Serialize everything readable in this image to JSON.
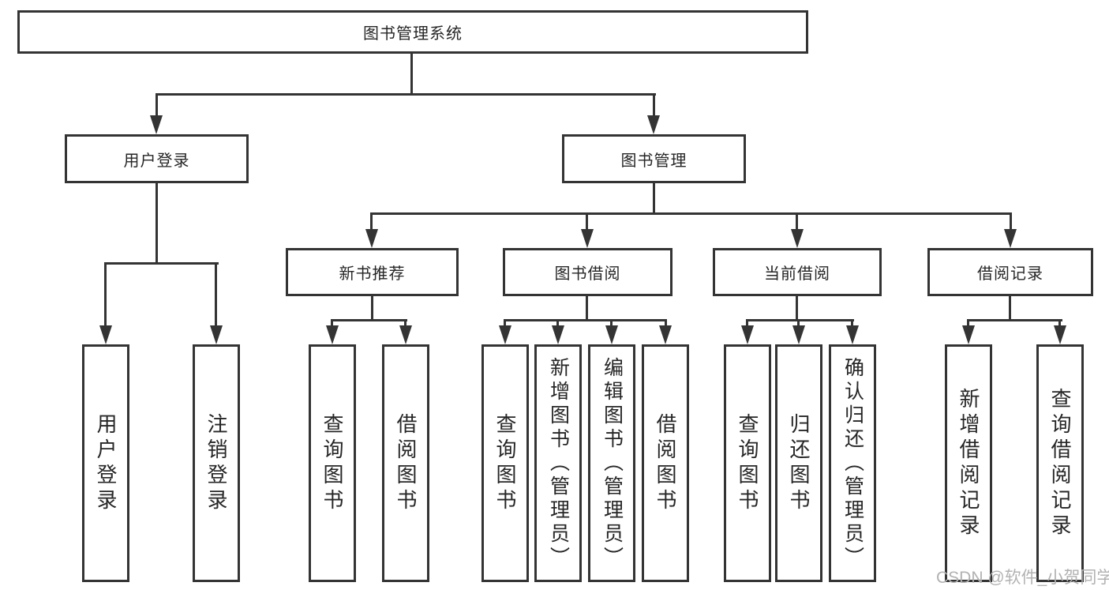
{
  "root_label": "图书管理系统",
  "level2": {
    "user_login": "用户登录",
    "book_mgmt": "图书管理"
  },
  "level3": {
    "new_rec": "新书推荐",
    "borrow": "图书借阅",
    "current": "当前借阅",
    "records": "借阅记录"
  },
  "leaves": {
    "user_login": [
      "用户登录",
      "注销登录"
    ],
    "new_rec": [
      "查询图书",
      "借阅图书"
    ],
    "borrow": [
      "查询图书",
      "新增图书（管理员）",
      "编辑图书（管理员）",
      "借阅图书"
    ],
    "current": [
      "查询图书",
      "归还图书",
      "确认归还（管理员）"
    ],
    "records": [
      "新增借阅记录",
      "查询借阅记录"
    ]
  },
  "watermark": "CSDN @软件_小贺同学",
  "colors": {
    "line": "#343434",
    "text": "#262626",
    "watermark": "#b2b2b2",
    "background": "#ffffff"
  }
}
